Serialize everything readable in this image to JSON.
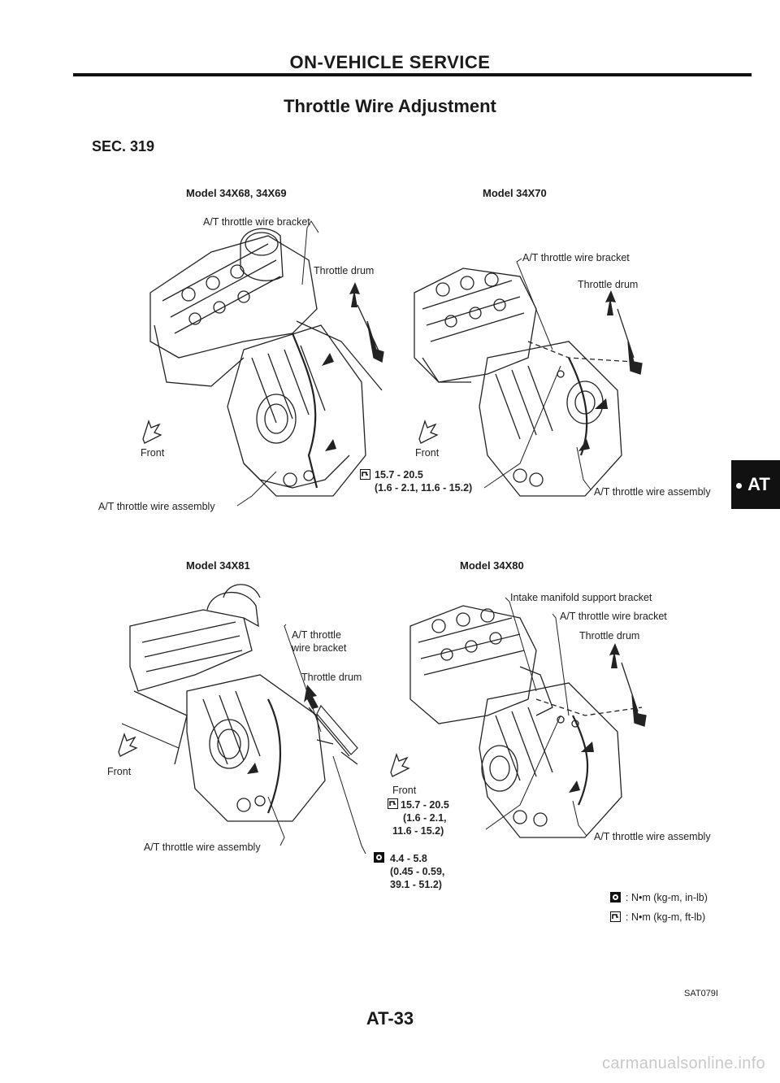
{
  "header": {
    "title": "ON-VEHICLE SERVICE"
  },
  "section": {
    "title": "Throttle Wire Adjustment",
    "code": "SEC. 319"
  },
  "figures": {
    "top_left": {
      "model": "Model 34X68, 34X69",
      "bracket": "A/T throttle wire bracket",
      "drum": "Throttle drum",
      "front": "Front",
      "assembly": "A/T throttle wire assembly"
    },
    "top_right": {
      "model": "Model 34X70",
      "bracket": "A/T throttle wire bracket",
      "drum": "Throttle drum",
      "front": "Front",
      "torque_line1": "15.7 - 20.5",
      "torque_line2": "(1.6 - 2.1, 11.6 - 15.2)",
      "assembly": "A/T throttle wire assembly"
    },
    "bottom_left": {
      "model": "Model 34X81",
      "bracket_line1": "A/T throttle",
      "bracket_line2": "wire bracket",
      "drum": "Throttle drum",
      "front": "Front",
      "assembly": "A/T throttle wire assembly"
    },
    "bottom_right": {
      "model": "Model 34X80",
      "support": "Intake manifold support bracket",
      "bracket": "A/T throttle wire bracket",
      "drum": "Throttle drum",
      "front": "Front",
      "torque_line1": "15.7 - 20.5",
      "torque_line2": "(1.6 - 2.1,",
      "torque_line3": "11.6 - 15.2)",
      "assembly": "A/T throttle wire assembly",
      "torque2_line1": "4.4 - 5.8",
      "torque2_line2": "(0.45 - 0.59,",
      "torque2_line3": "39.1 - 51.2)"
    }
  },
  "legend": {
    "inlb": ": N•m (kg-m, in-lb)",
    "ftlb": ": N•m (kg-m, ft-lb)"
  },
  "side_tab": "AT",
  "figure_id": "SAT079I",
  "page_number": "AT-33",
  "watermark": "carmanualsonline.info"
}
